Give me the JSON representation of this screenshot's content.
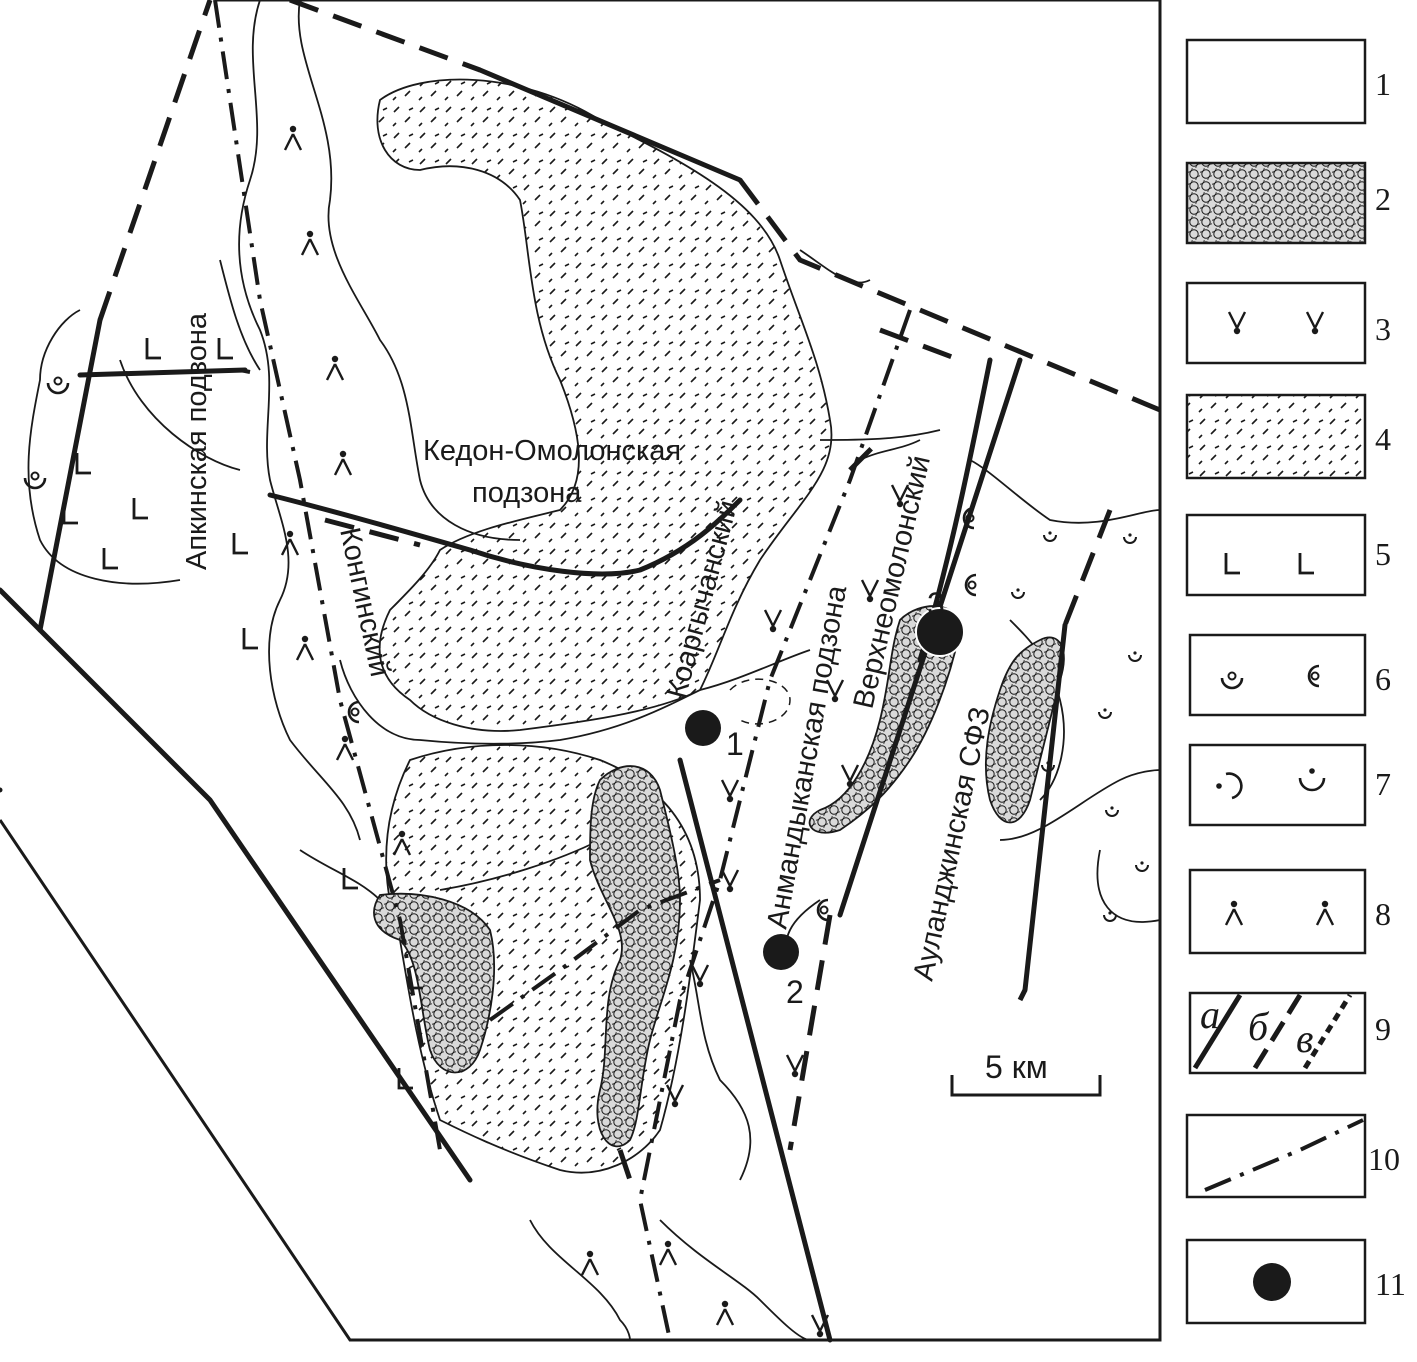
{
  "map": {
    "labels": {
      "kedon_line1": "Кедон-Омолонская",
      "kedon_line2": "подзона",
      "apkinskaya": "Апкинская подзона",
      "kongiinsky": "Конгинский",
      "koargychansky": "Коаргычанский",
      "anmandykanskaya": "Анмандыканская подзона",
      "verkhneomolonsky": "Верхнеомолонский",
      "aulandzhinskaya": "Ауланджинская СФЗ"
    },
    "points": [
      {
        "label": "1"
      },
      {
        "label": "2"
      },
      {
        "label": "3"
      }
    ],
    "scale": {
      "label": "5 км"
    }
  },
  "legend": {
    "items": [
      {
        "num": "1"
      },
      {
        "num": "2"
      },
      {
        "num": "3"
      },
      {
        "num": "4"
      },
      {
        "num": "5"
      },
      {
        "num": "6"
      },
      {
        "num": "7"
      },
      {
        "num": "8"
      },
      {
        "num": "9",
        "sub_a": "а",
        "sub_b": "б",
        "sub_c": "в"
      },
      {
        "num": "10"
      },
      {
        "num": "11"
      }
    ]
  },
  "colors": {
    "ink": "#1a1a1a",
    "paper": "#ffffff"
  }
}
